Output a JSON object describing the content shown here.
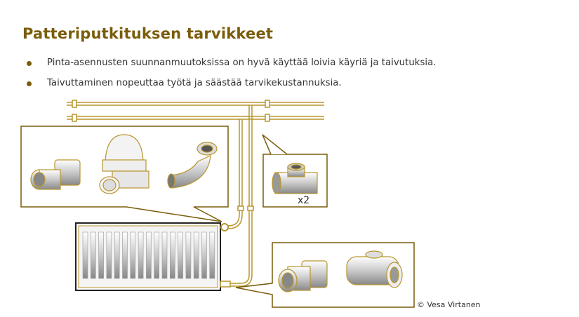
{
  "slide": {
    "title": "Patteriputkituksen tarvikkeet",
    "bullets": [
      "Pinta-asennusten suunnanmuutoksissa on hyvä käyttää loivia käyriä ja taivutuksia.",
      "Taivuttaminen nopeuttaa työtä ja säästää tarvikekustannuksia."
    ],
    "tee_quantity": "x2",
    "copyright": "© Vesa Virtanen"
  },
  "colors": {
    "accent": "#7a5c0a",
    "pipe": "#b8962e"
  }
}
